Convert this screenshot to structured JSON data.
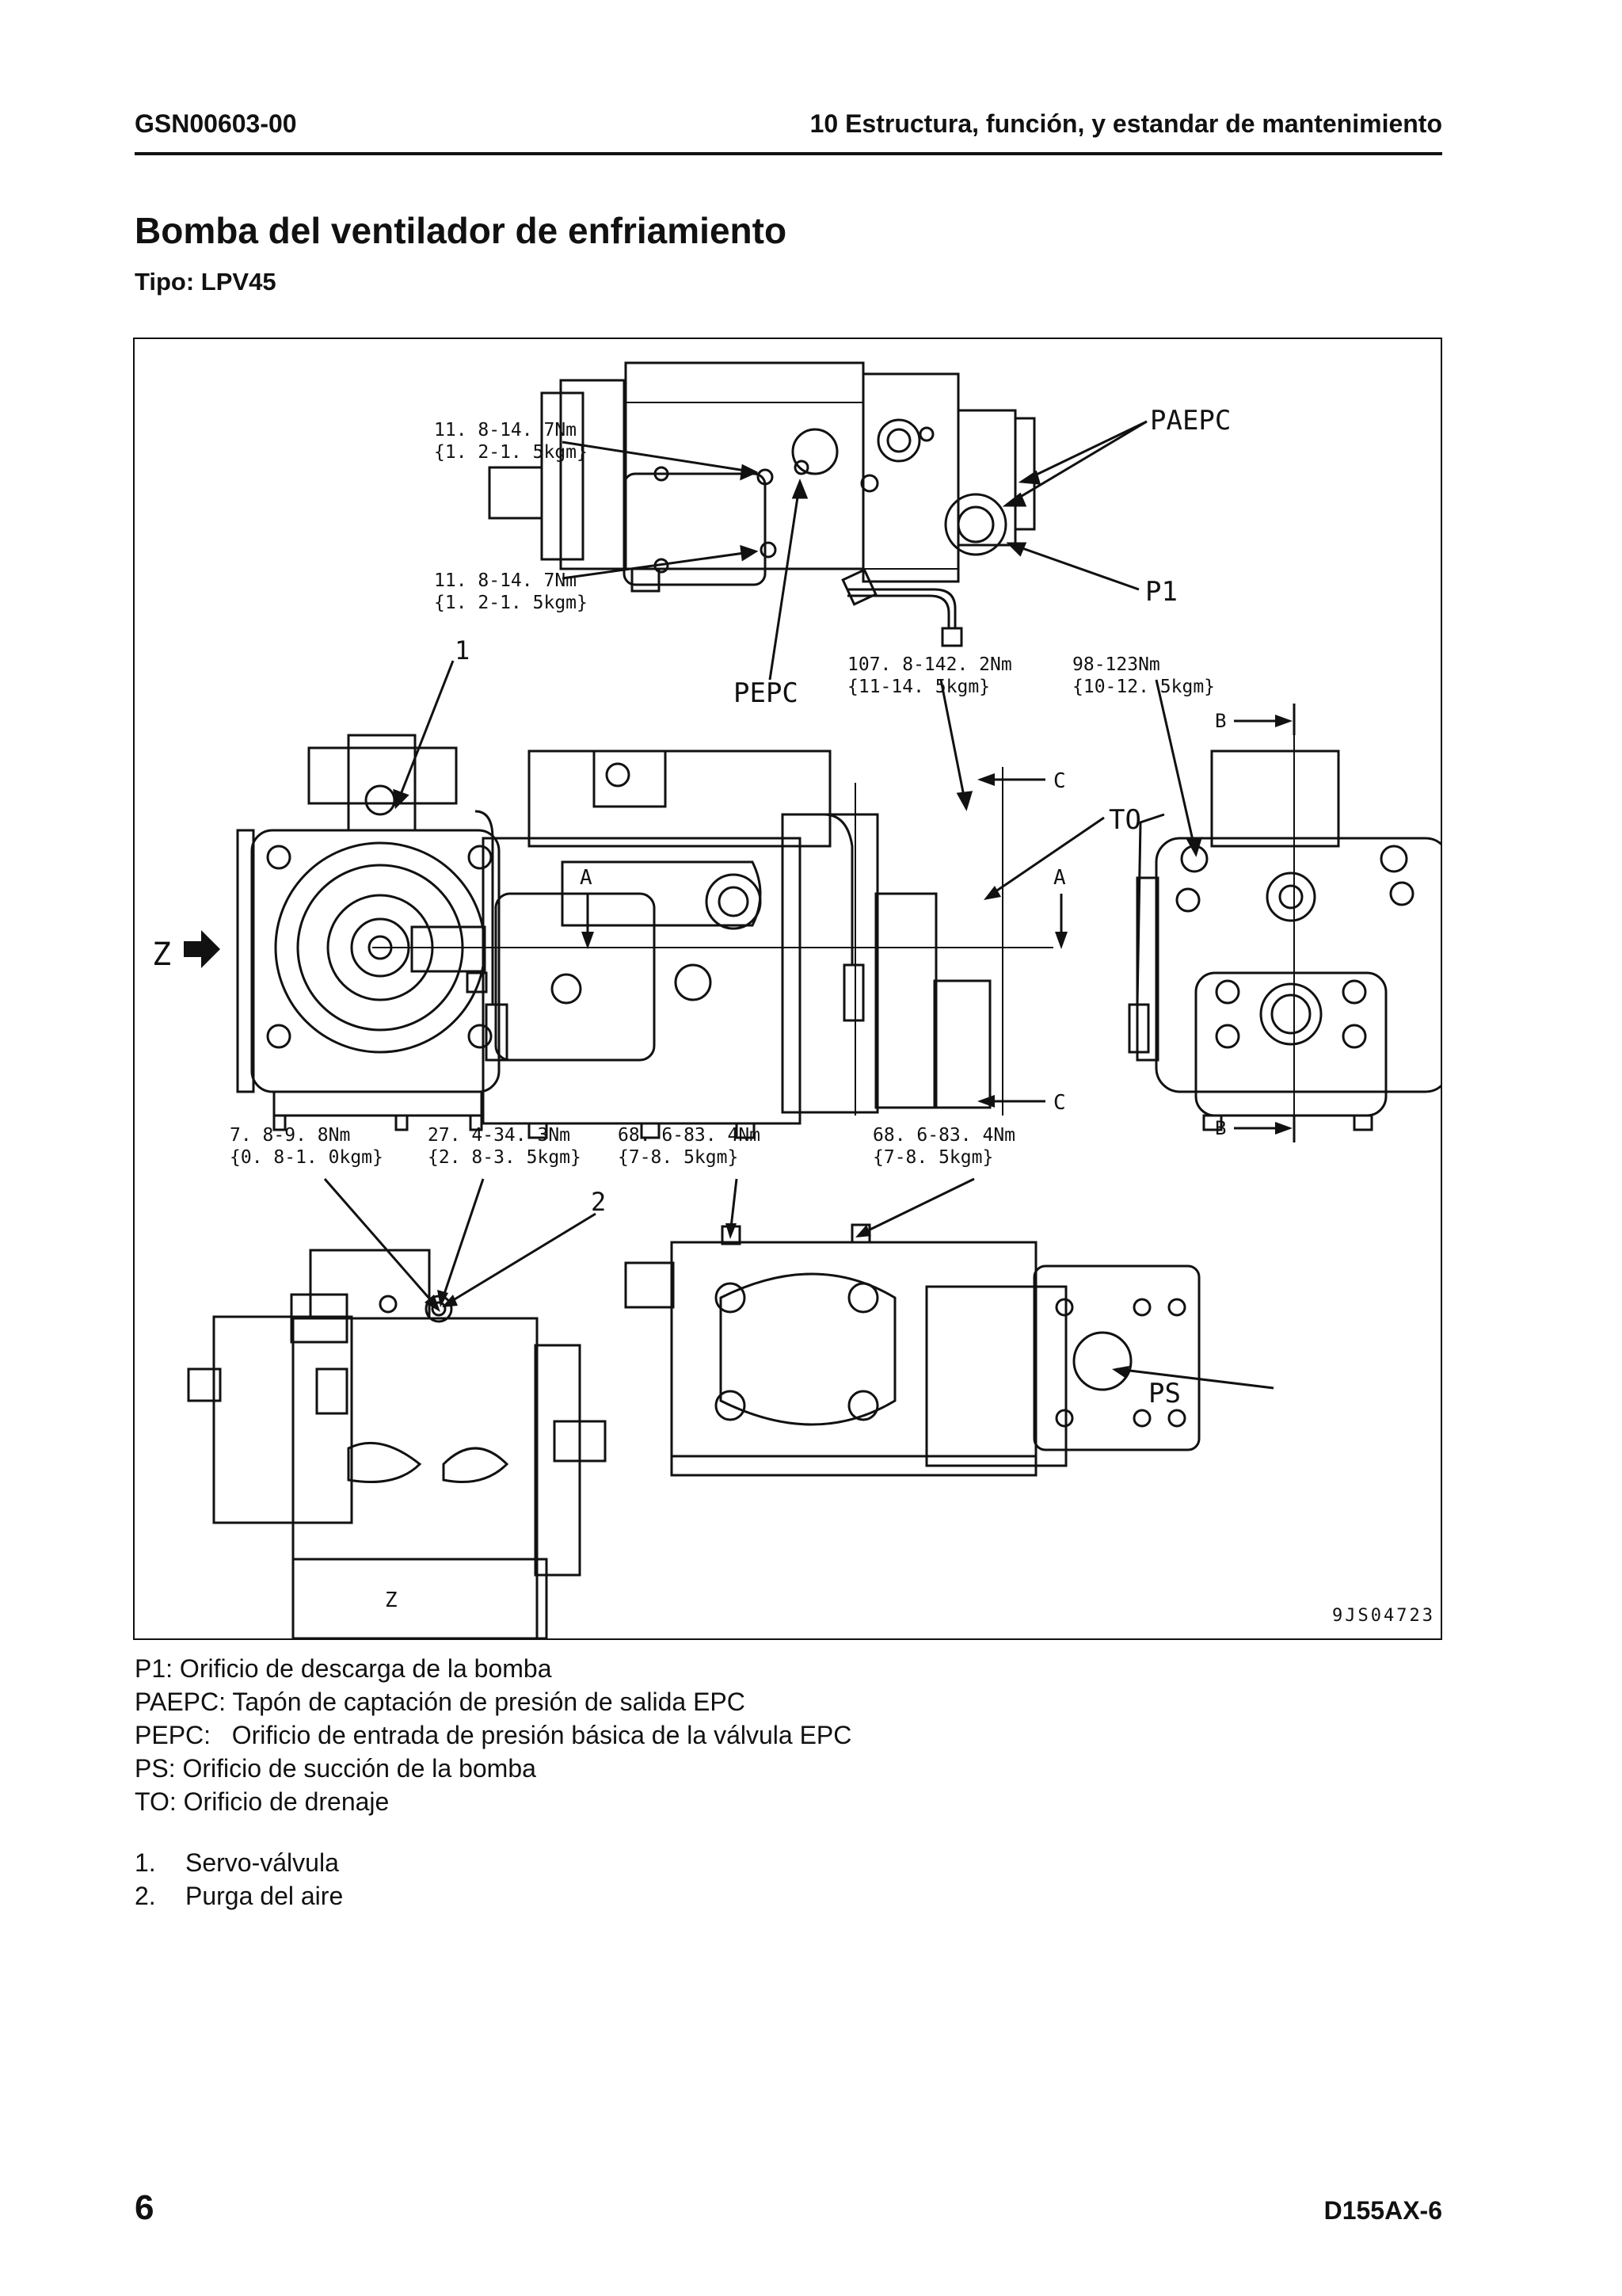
{
  "header": {
    "doc_code": "GSN00603-00",
    "section": "10 Estructura, función, y estandar de mantenimiento"
  },
  "title": "Bomba del ventilador de enfriamiento",
  "subtitle": "Tipo: LPV45",
  "figure": {
    "torques": {
      "t1_nm": "11. 8-14. 7Nm",
      "t1_kgm": "{1. 2-1. 5kgm}",
      "t2_nm": "11. 8-14. 7Nm",
      "t2_kgm": "{1. 2-1. 5kgm}",
      "t3_nm": "107. 8-142. 2Nm",
      "t3_kgm": "{11-14. 5kgm}",
      "t4_nm": "98-123Nm",
      "t4_kgm": "{10-12. 5kgm}",
      "t5_nm": "7. 8-9. 8Nm",
      "t5_kgm": "{0. 8-1. 0kgm}",
      "t6_nm": "27. 4-34. 3Nm",
      "t6_kgm": "{2. 8-3. 5kgm}",
      "t7_nm": "68. 6-83. 4Nm",
      "t7_kgm": "{7-8. 5kgm}",
      "t8_nm": "68. 6-83. 4Nm",
      "t8_kgm": "{7-8. 5kgm}"
    },
    "ports": {
      "paepc": "PAEPC",
      "p1": "P1",
      "pepc": "PEPC",
      "to": "TO",
      "ps": "PS"
    },
    "callouts": {
      "one": "1",
      "two": "2",
      "z_arrow": "Z",
      "z_view": "Z",
      "a": "A",
      "b": "B",
      "c": "C"
    },
    "figure_id": "9JS04723"
  },
  "legend": [
    {
      "key": "P1:",
      "text": "Orificio de descarga de la bomba"
    },
    {
      "key": "PAEPC:",
      "text": "Tapón de captación de presión de salida EPC"
    },
    {
      "key": "PEPC:",
      "text": "Orificio de entrada de presión básica de la válvula EPC"
    },
    {
      "key": "PS:",
      "text": "Orificio de succión de la bomba"
    },
    {
      "key": "TO:",
      "text": "Orificio de drenaje"
    }
  ],
  "notes": [
    {
      "num": "1.",
      "text": "Servo-válvula"
    },
    {
      "num": "2.",
      "text": "Purga del aire"
    }
  ],
  "footer": {
    "page_number": "6",
    "model": "D155AX-6"
  }
}
